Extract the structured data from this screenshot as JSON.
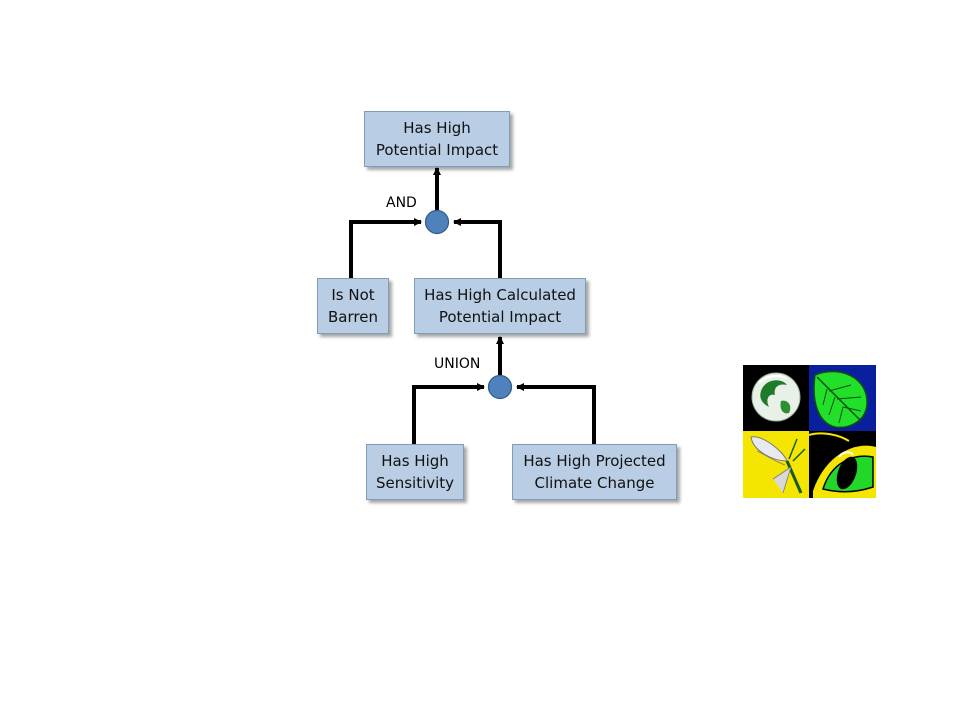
{
  "nodes": {
    "high_potential_impact": [
      "Has High",
      "Potential Impact"
    ],
    "is_not_barren": [
      "Is Not",
      "Barren"
    ],
    "high_calculated_impact": [
      "Has High Calculated",
      "Potential Impact"
    ],
    "high_sensitivity": [
      "Has High",
      "Sensitivity"
    ],
    "high_projected_climate_change": [
      "Has High Projected",
      "Climate Change"
    ]
  },
  "operators": {
    "and_label": "AND",
    "union_label": "UNION"
  },
  "colors": {
    "node_fill": "#b9cde5",
    "node_border": "#7f9db9",
    "operator_fill": "#4f81bd",
    "edge": "#000000"
  },
  "logo": {
    "icon_name": "ecology-quadrant-logo"
  }
}
